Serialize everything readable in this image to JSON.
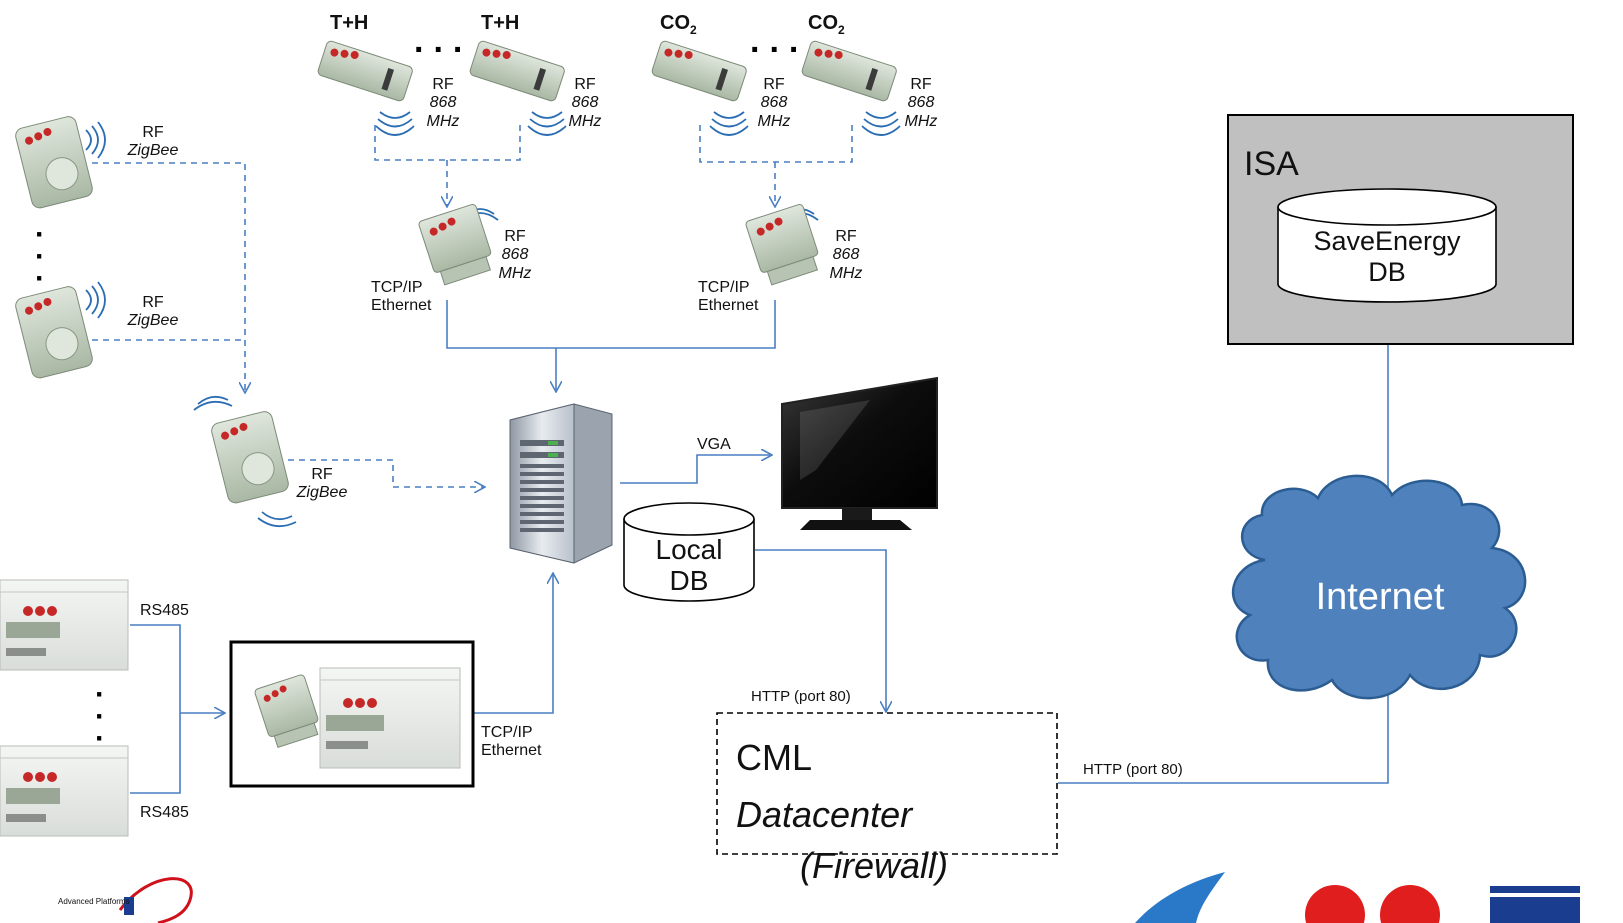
{
  "sensors": {
    "th_left": "T+H",
    "th_right": "T+H",
    "co2_left": {
      "main": "CO",
      "sub": "2"
    },
    "co2_right": {
      "main": "CO",
      "sub": "2"
    }
  },
  "rf868": {
    "line1": "RF",
    "line2": "868",
    "line3": "MHz"
  },
  "zigbee": {
    "line1": "RF",
    "line2": "ZigBee"
  },
  "gateway": {
    "line1": "TCP/IP",
    "line2": "Ethernet"
  },
  "vga_label": "VGA",
  "local_db": {
    "line1": "Local",
    "line2": "DB"
  },
  "rs485_label": "RS485",
  "http_label": "HTTP (port 80)",
  "datacenter": {
    "line1": "CML",
    "line2": "Datacenter",
    "line3": "(Firewall)"
  },
  "isa": {
    "title": "ISA",
    "db_line1": "SaveEnergy",
    "db_line2": "DB"
  },
  "internet_label": "Internet",
  "logo_text": "Advanced Platforms",
  "colors": {
    "connector": "#4a7fc1",
    "isa_box": "#c0c0c0",
    "cloud": "#4f81bd",
    "device": "#c9d6c4"
  }
}
